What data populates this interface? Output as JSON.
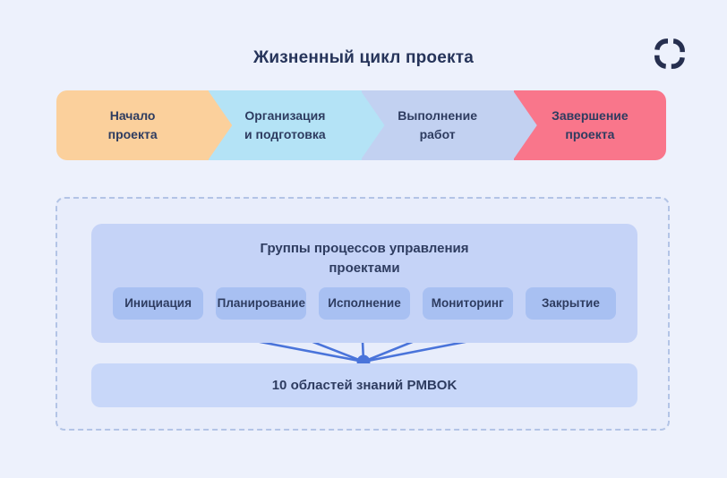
{
  "title": "Жизненный цикл проекта",
  "logo": {
    "icon": "rounded-loop-icon"
  },
  "colors": {
    "page_bg": "#edf1fc",
    "title_text": "#26345a",
    "stage_text": "#2e3c60",
    "dashed_border": "#b3c4e6",
    "group_box": "#c5d3f7",
    "item_box": "#a8c0f2",
    "knowledge_box": "#c8d7f9",
    "arrow": "#4a74da",
    "logo": "#262f4f"
  },
  "lifecycle_stages": [
    {
      "label": "Начало проекта",
      "color": "#fbd09c"
    },
    {
      "label": "Организация и подготовка",
      "color": "#b4e3f6"
    },
    {
      "label": "Выполнение работ",
      "color": "#c2d1f1"
    },
    {
      "label": "Завершение проекта",
      "color": "#f9768b"
    }
  ],
  "process_groups": {
    "title": "Группы процессов управления проектами",
    "items": [
      "Инициация",
      "Планирование",
      "Исполнение",
      "Мониторинг",
      "Закрытие"
    ]
  },
  "knowledge_base": {
    "label": "10 областей знаний PMBOK"
  }
}
